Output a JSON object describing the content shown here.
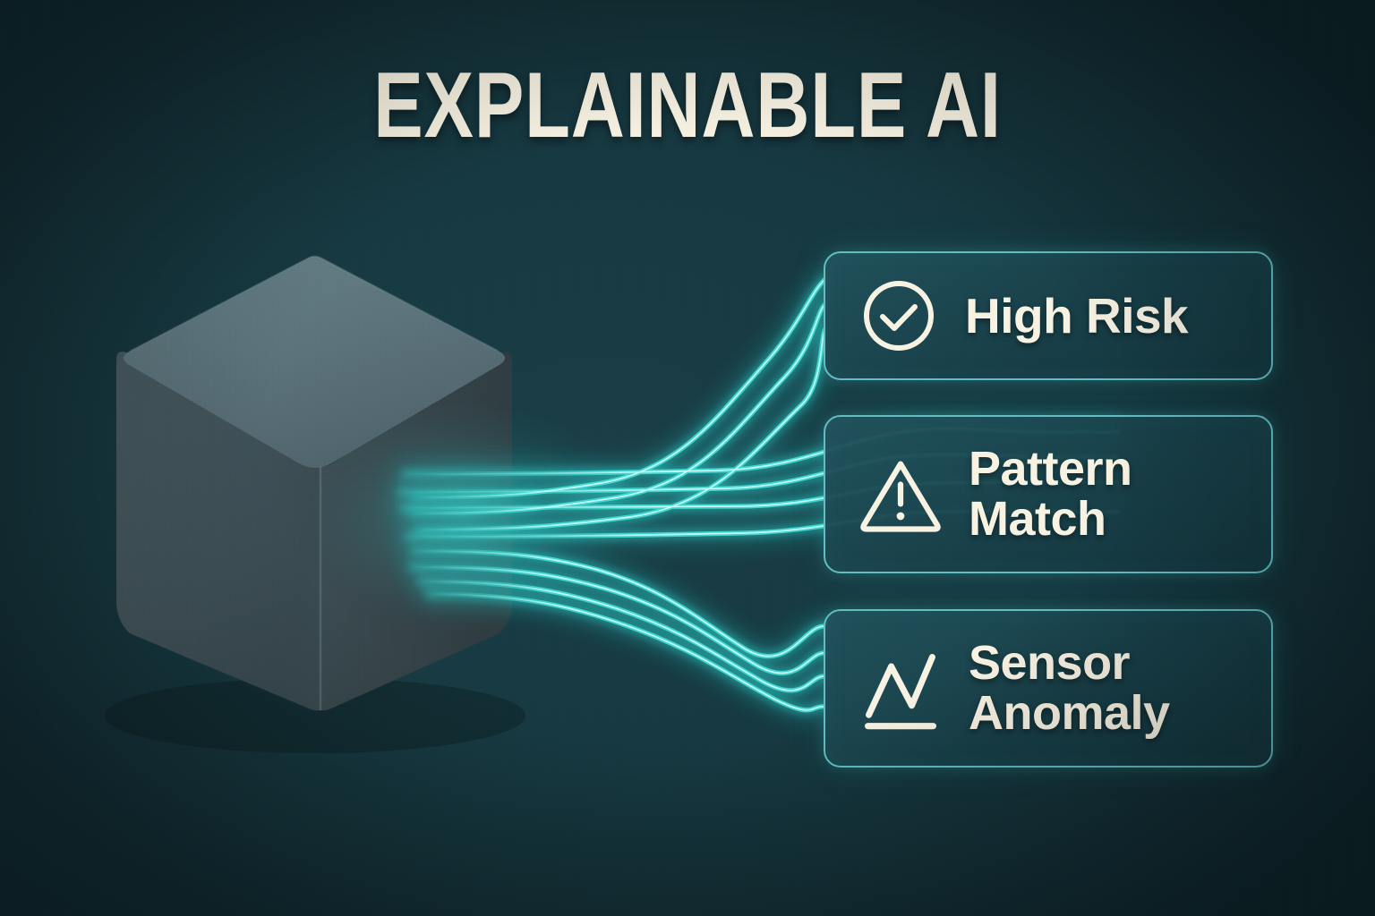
{
  "page": {
    "title": "EXPLAINABLE AI",
    "background_color": "#163840",
    "accent_color": "#3FD9D2",
    "text_color": "#F7F2E2",
    "card_border_color": "#5FBDC0"
  },
  "diagram": {
    "source_node": {
      "name": "black-box-model",
      "shape": "isometric-cube",
      "top_face_color": "#5C747C",
      "left_face_color": "#3E5157",
      "right_face_color": "#344348"
    },
    "connector": {
      "name": "explanation-flow-lines",
      "style": "glowing-neon-curves",
      "color": "#3FD9D2",
      "total_lines": 11,
      "direction": "left-to-right"
    },
    "outputs": [
      {
        "id": "high-risk",
        "label": "High Risk",
        "icon": "check-circle-icon",
        "lines": 3
      },
      {
        "id": "pattern-match",
        "label": "Pattern\nMatch",
        "icon": "warning-triangle-icon",
        "lines": 4
      },
      {
        "id": "sensor-anomaly",
        "label": "Sensor\nAnomaly",
        "icon": "line-chart-anomaly-icon",
        "lines": 4
      }
    ]
  }
}
